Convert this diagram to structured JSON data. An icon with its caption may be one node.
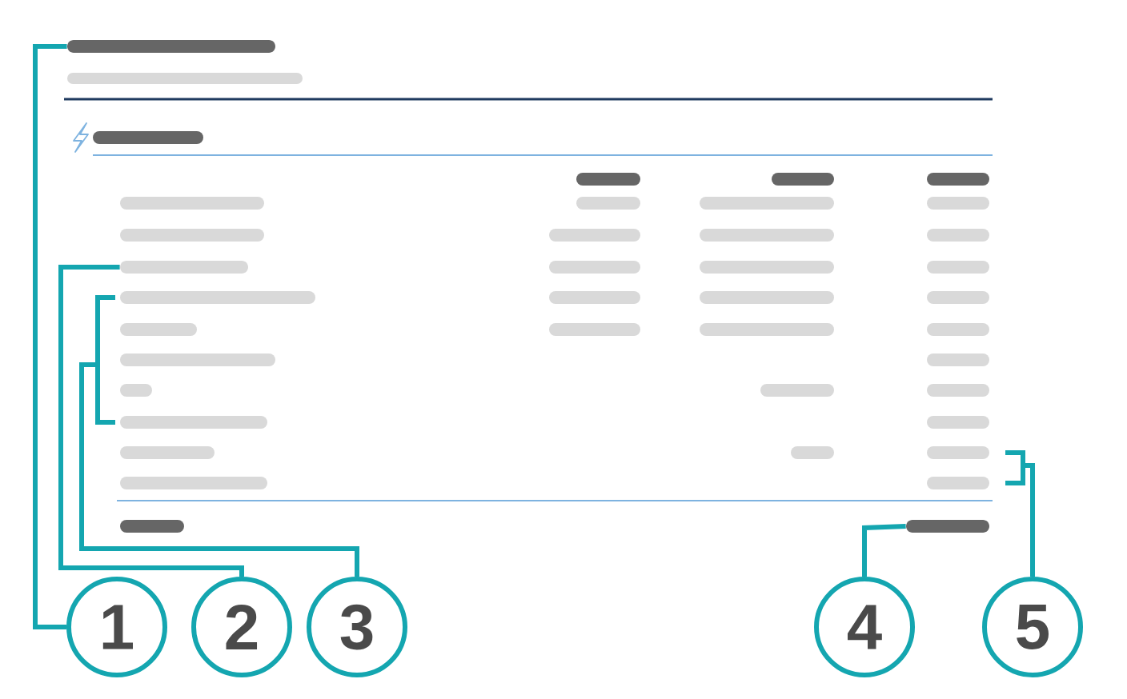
{
  "diagram": {
    "nodes": [
      {
        "text": [
          "1"
        ]
      },
      {
        "text": [
          "2"
        ]
      },
      {
        "text": [
          "3"
        ]
      },
      {
        "text": [
          "4"
        ]
      },
      {
        "text": [
          "5"
        ]
      },
      {
        "text": [],
        "shape": "bar"
      },
      {
        "text": [],
        "shape": "bar"
      },
      {
        "text": [],
        "shape": "bar"
      }
    ],
    "edges": [
      {
        "from": 0,
        "to": 5,
        "arrow": "none"
      },
      {
        "from": 1,
        "to": 6,
        "arrow": "none"
      },
      {
        "from": 2,
        "to": null,
        "arrow": "none"
      },
      {
        "from": 3,
        "to": 7,
        "arrow": "none"
      },
      {
        "from": 4,
        "to": null,
        "arrow": "none"
      }
    ]
  }
}
